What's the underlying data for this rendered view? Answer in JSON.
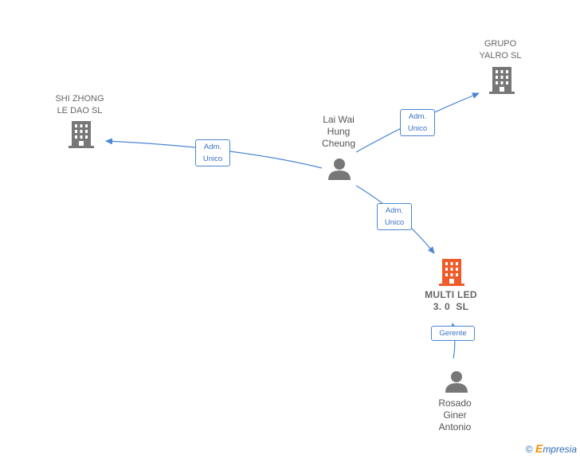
{
  "nodes": {
    "grupo_yalro": {
      "lines": [
        "GRUPO",
        "YALRO SL"
      ],
      "icon": "building-icon",
      "color": "#777777"
    },
    "shi_zhong": {
      "lines": [
        "SHI ZHONG",
        "LE DAO SL"
      ],
      "icon": "building-icon",
      "color": "#777777"
    },
    "lai_wai": {
      "lines": [
        "Lai Wai",
        "Hung",
        "Cheung"
      ],
      "icon": "person-icon",
      "color": "#777777"
    },
    "multi_led": {
      "lines": [
        "MULTI LED",
        "3. 0  SL"
      ],
      "icon": "building-icon",
      "color": "#f05a28"
    },
    "rosado": {
      "lines": [
        "Rosado",
        "Giner",
        "Antonio"
      ],
      "icon": "person-icon",
      "color": "#777777"
    }
  },
  "edges": {
    "to_yalro": {
      "lines": [
        "Adm.",
        "Unico"
      ]
    },
    "to_shi": {
      "lines": [
        "Adm.",
        "Unico"
      ]
    },
    "to_multi": {
      "lines": [
        "Adm.",
        "Unico"
      ]
    },
    "gerente": {
      "lines": [
        "Gerente"
      ]
    }
  },
  "colors": {
    "edge": "#4a86d4",
    "building": "#777777",
    "focus_building": "#f05a28"
  },
  "footer": {
    "copyright": "©",
    "brand_first": "E",
    "brand_rest": "mpresia"
  }
}
